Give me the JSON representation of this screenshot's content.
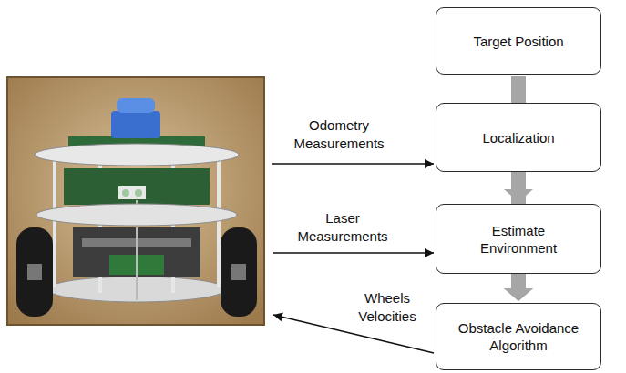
{
  "diagram": {
    "nodes": [
      {
        "text": [
          "Target Position"
        ]
      },
      {
        "text": [
          "Localization"
        ]
      },
      {
        "text": [
          "Estimate Environment"
        ]
      },
      {
        "text": [
          "Obstacle Avoidance Algorithm"
        ]
      }
    ],
    "edges": [
      {
        "from": 1,
        "to": 2,
        "arrow": "to"
      },
      {
        "from": 2,
        "to": 3,
        "arrow": "to"
      },
      {
        "from": 0,
        "to": 3,
        "arrow": "to"
      }
    ],
    "labels": [
      "Odometry Measurements",
      "Laser Measurements",
      "Wheels Velocities"
    ]
  }
}
